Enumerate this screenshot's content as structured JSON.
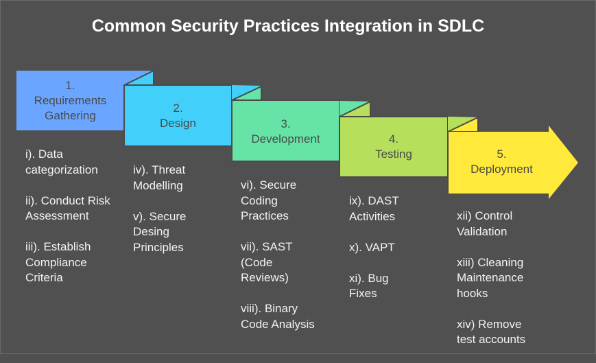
{
  "title": "Common Security Practices Integration in SDLC",
  "colors": {
    "background": "#505050",
    "stage1": "#6aa6ff",
    "stage2": "#42d0fb",
    "stage3": "#66e3a6",
    "stage4": "#b6e05b",
    "stage5": "#ffe93a"
  },
  "stages": [
    {
      "number": "1.",
      "name": "Requirements Gathering",
      "items": [
        "i). Data categorization",
        "ii). Conduct Risk Assessment",
        "iii). Establish Compliance Criteria"
      ]
    },
    {
      "number": "2.",
      "name": "Design",
      "items": [
        "iv). Threat Modelling",
        "v). Secure Desing Principles"
      ]
    },
    {
      "number": "3.",
      "name": "Development",
      "items": [
        "vi). Secure Coding Practices",
        "vii). SAST (Code Reviews)",
        "viii). Binary Code Analysis"
      ]
    },
    {
      "number": "4.",
      "name": "Testing",
      "items": [
        "ix). DAST Activities",
        "x). VAPT",
        "xi). Bug Fixes"
      ]
    },
    {
      "number": "5.",
      "name": "Deployment",
      "items": [
        "xii) Control Validation",
        "xiii) Cleaning Maintenance hooks",
        "xiv) Remove test accounts"
      ]
    }
  ]
}
